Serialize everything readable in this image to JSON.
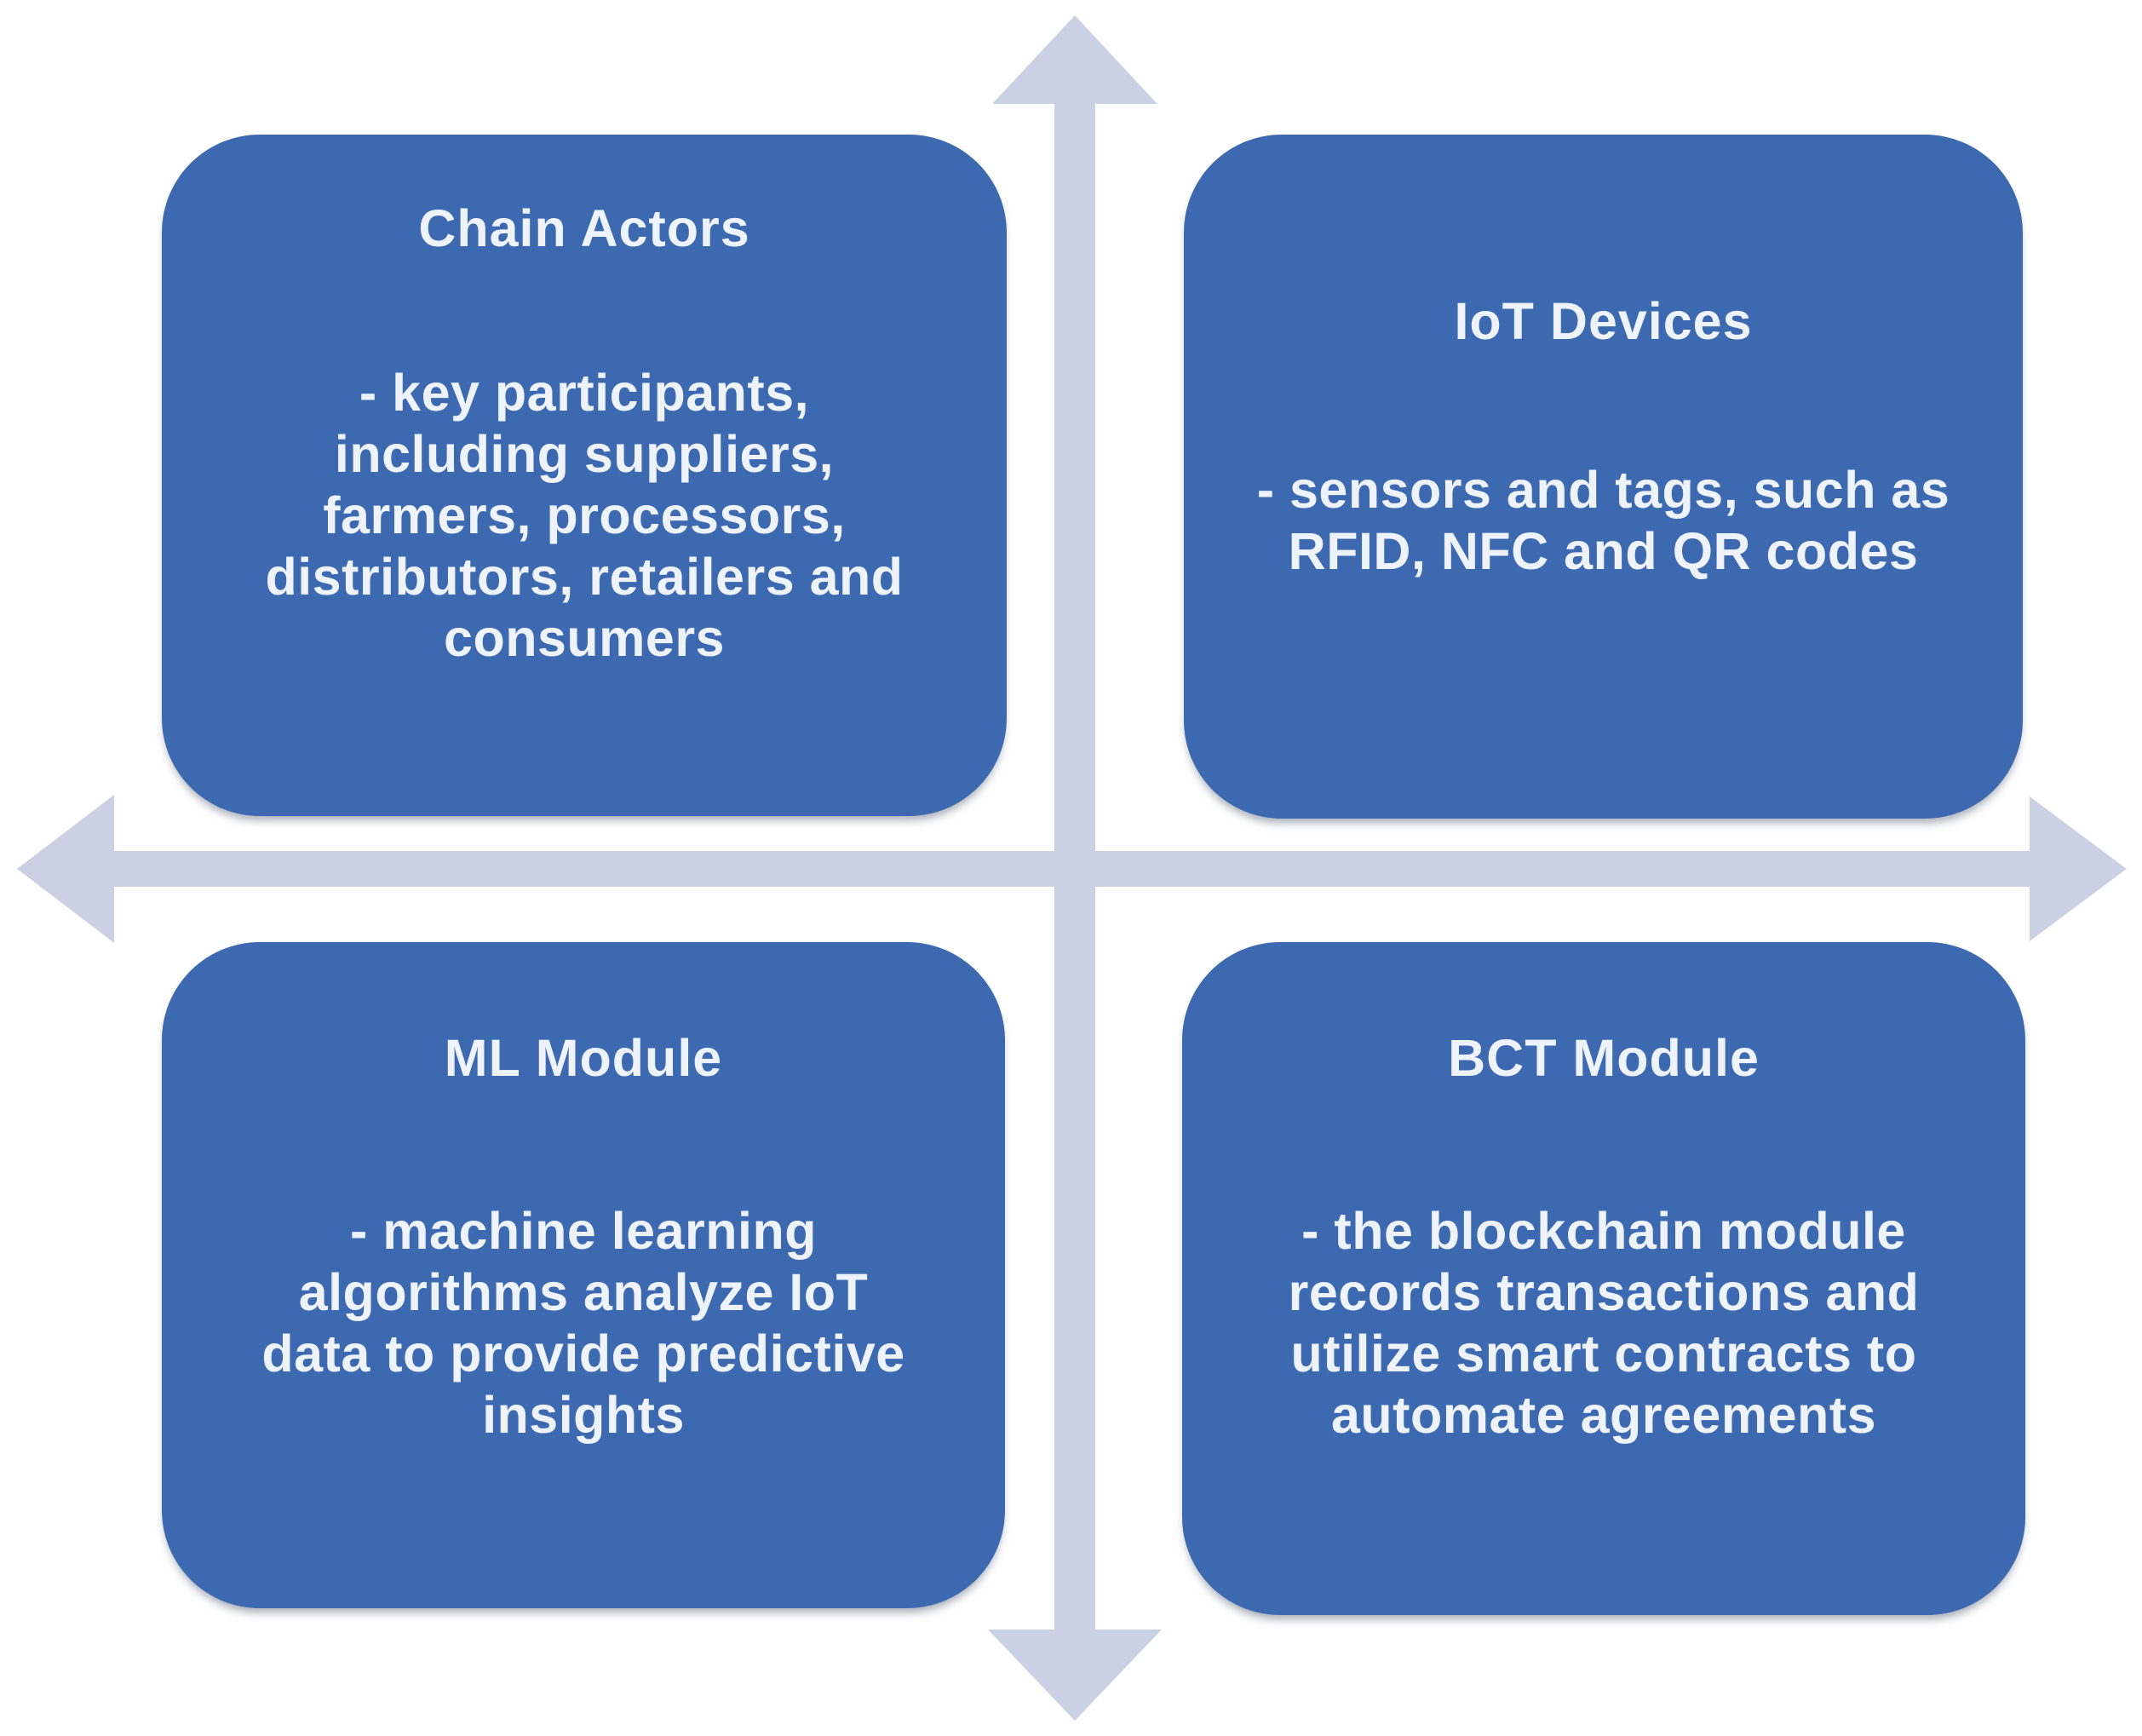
{
  "figure": {
    "type": "quadrant-diagram",
    "background_color": "#ffffff",
    "axis_color": "#cbd1e5",
    "box_color": "#3d69b1",
    "text_color": "#eef3fb",
    "axis_icons": [
      "arrow-up-icon",
      "arrow-down-icon",
      "arrow-left-icon",
      "arrow-right-icon"
    ]
  },
  "quadrants": [
    {
      "id": "top-left",
      "title": "Chain Actors",
      "lines": [
        "- key participants,",
        "including suppliers,",
        "farmers, processors,",
        "distributors, retailers and",
        "consumers"
      ]
    },
    {
      "id": "top-right",
      "title": "IoT Devices",
      "lines": [
        "- sensors and tags, such as",
        "RFID, NFC and QR codes"
      ]
    },
    {
      "id": "bottom-left",
      "title": "ML Module",
      "lines": [
        "- machine learning",
        "algorithms analyze IoT",
        "data to provide predictive",
        "insights"
      ]
    },
    {
      "id": "bottom-right",
      "title": "BCT Module",
      "lines": [
        "- the blockchain module",
        "records transactions and",
        "utilize smart contracts to",
        "automate agreements"
      ]
    }
  ]
}
